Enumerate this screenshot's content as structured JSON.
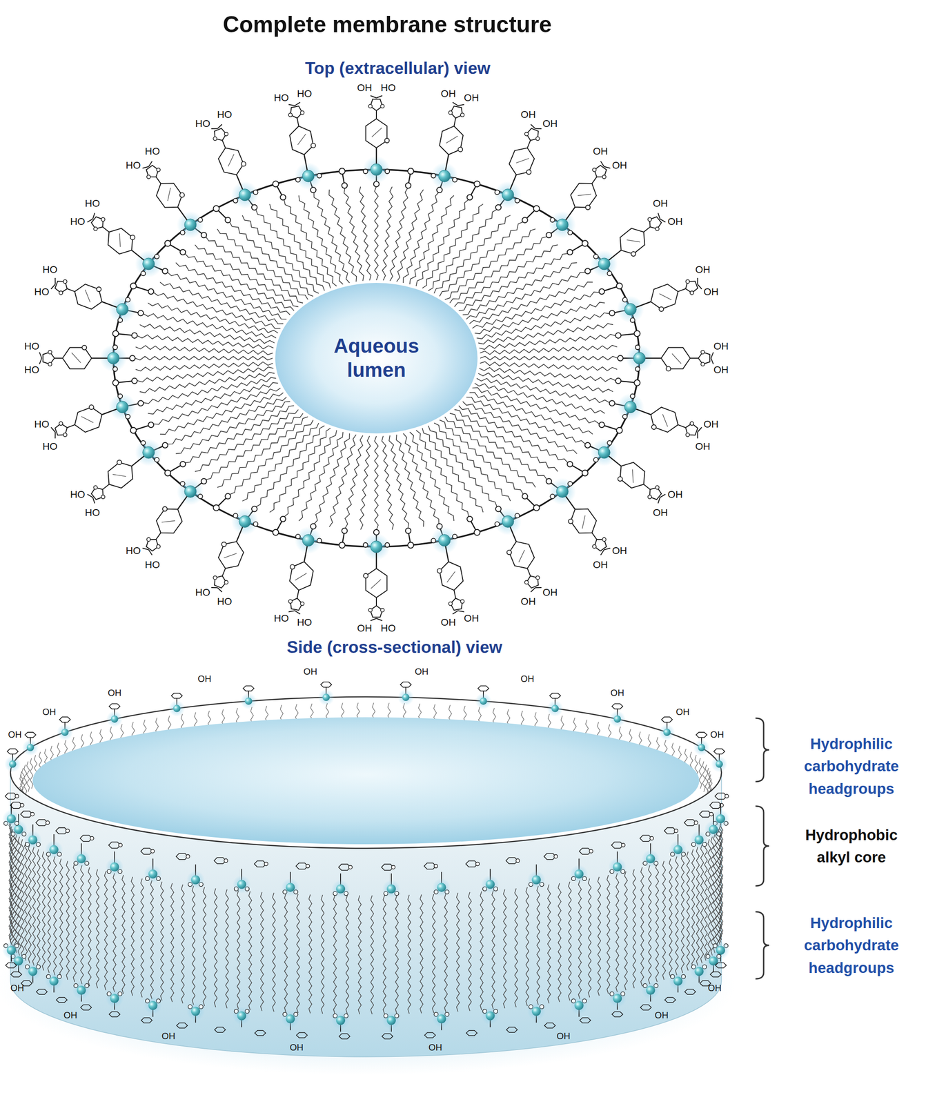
{
  "diagram": {
    "title": "Complete membrane structure",
    "nodes": [
      {
        "text": [
          "Aqueous lumen"
        ]
      }
    ],
    "labels": [
      "Top (extracellular) view",
      "OH",
      "HO",
      "OH",
      "OH",
      "OH",
      "OH",
      "OH",
      "OH",
      "OH",
      "OH",
      "OH",
      "OH",
      "OH",
      "OH",
      "OH",
      "OH",
      "OH",
      "OH",
      "OH",
      "OH",
      "OH",
      "OH",
      "OH",
      "OH",
      "HO",
      "OH",
      "HO",
      "HO",
      "HO",
      "HO",
      "HO",
      "HO",
      "HO",
      "HO",
      "HO",
      "HO",
      "HO",
      "HO",
      "HO",
      "HO",
      "HO",
      "HO",
      "HO",
      "HO",
      "HO",
      "HO",
      "HO",
      "HO",
      "Side (cross-sectional) view",
      "OH",
      "OH",
      "OH",
      "OH",
      "OH",
      "OH",
      "OH",
      "OH",
      "OH",
      "OH",
      "OH",
      "OH",
      "OH",
      "OH",
      "OH",
      "OH",
      "OH",
      "OH",
      "Hydrophilic carbohydrate headgroups",
      "Hydrophobic alkyl core",
      "Hydrophilic carbohydrate headgroups"
    ]
  }
}
